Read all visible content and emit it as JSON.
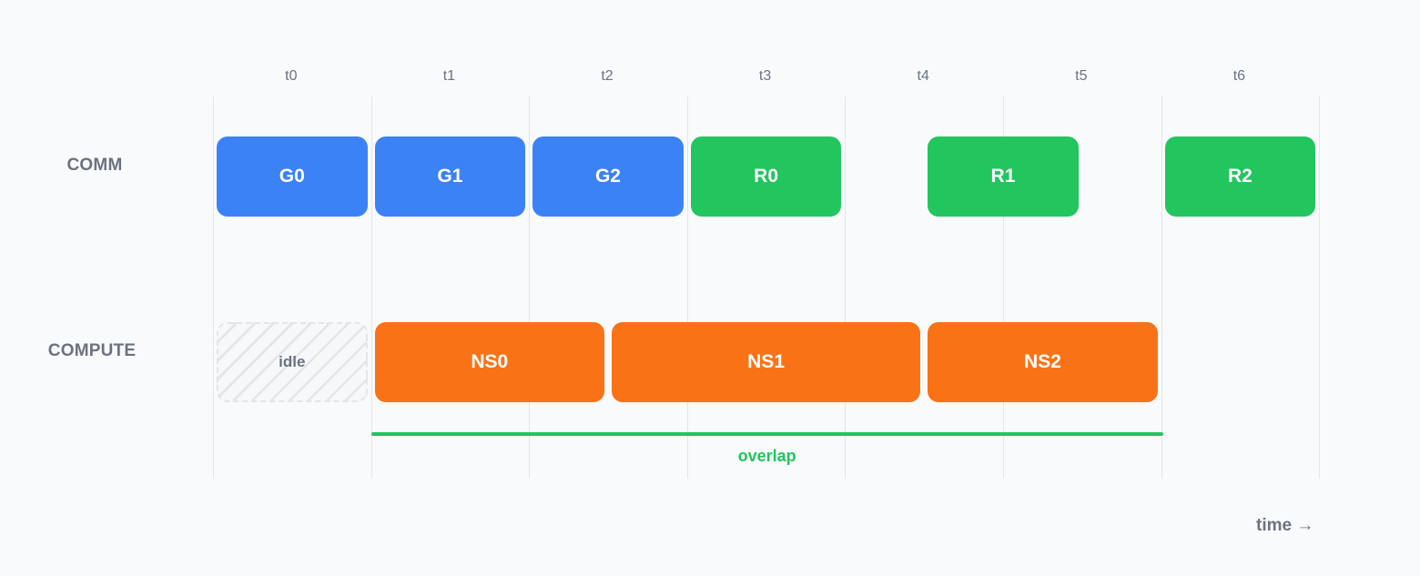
{
  "timeline": {
    "ticks": [
      "t0",
      "t1",
      "t2",
      "t3",
      "t4",
      "t5",
      "t6"
    ],
    "axis_label": "time →",
    "lanes": [
      {
        "label": "COMM",
        "blocks": [
          {
            "label": "G0",
            "kind": "gather",
            "start": 0,
            "end": 1
          },
          {
            "label": "G1",
            "kind": "gather",
            "start": 1,
            "end": 2
          },
          {
            "label": "G2",
            "kind": "gather",
            "start": 2,
            "end": 3
          },
          {
            "label": "R0",
            "kind": "reduce",
            "start": 3,
            "end": 4
          },
          {
            "label": "R1",
            "kind": "reduce",
            "start": 4.5,
            "end": 5.5
          },
          {
            "label": "R2",
            "kind": "reduce",
            "start": 6,
            "end": 7
          }
        ]
      },
      {
        "label": "COMPUTE",
        "blocks": [
          {
            "label": "idle",
            "kind": "idle",
            "start": 0,
            "end": 1
          },
          {
            "label": "NS0",
            "kind": "compute",
            "start": 1,
            "end": 2.5
          },
          {
            "label": "NS1",
            "kind": "compute",
            "start": 2.5,
            "end": 4.5
          },
          {
            "label": "NS2",
            "kind": "compute",
            "start": 4.5,
            "end": 6
          }
        ]
      }
    ],
    "overlap": {
      "label": "overlap",
      "start": 1,
      "end": 6
    }
  },
  "colors": {
    "gather": "#3b82f6",
    "reduce": "#22c55e",
    "compute": "#f97316",
    "idle_hatch": "#e2e5ea",
    "overlap": "#22c55e",
    "label_text": "#6b7280",
    "background": "#f9fafc"
  }
}
